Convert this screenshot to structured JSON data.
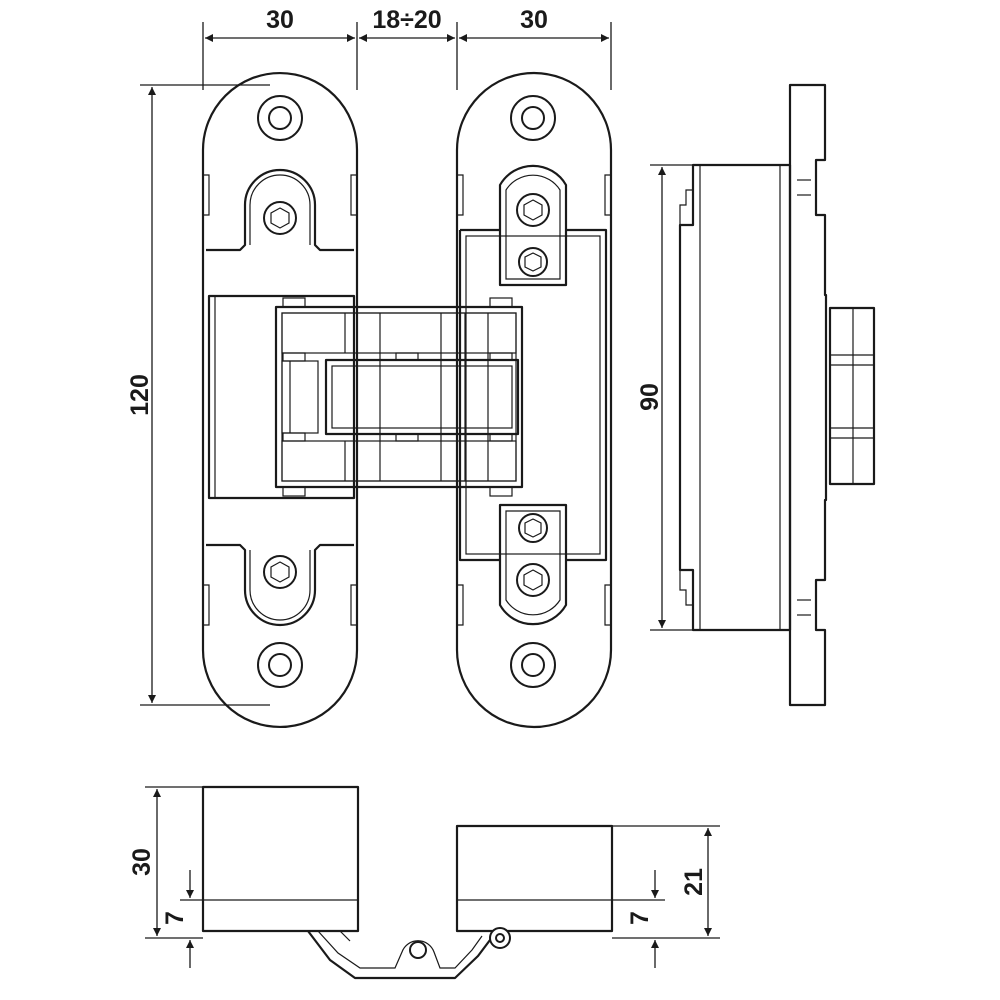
{
  "dimensions": {
    "top_left_width": "30",
    "gap": "18÷20",
    "top_right_width": "30",
    "total_height": "120",
    "side_height": "90",
    "bottom_height": "30",
    "bottom_left_offset": "7",
    "bottom_right_offset": "7",
    "bottom_right_height": "21"
  },
  "colors": {
    "line": "#1a1a1a",
    "background": "#ffffff"
  }
}
